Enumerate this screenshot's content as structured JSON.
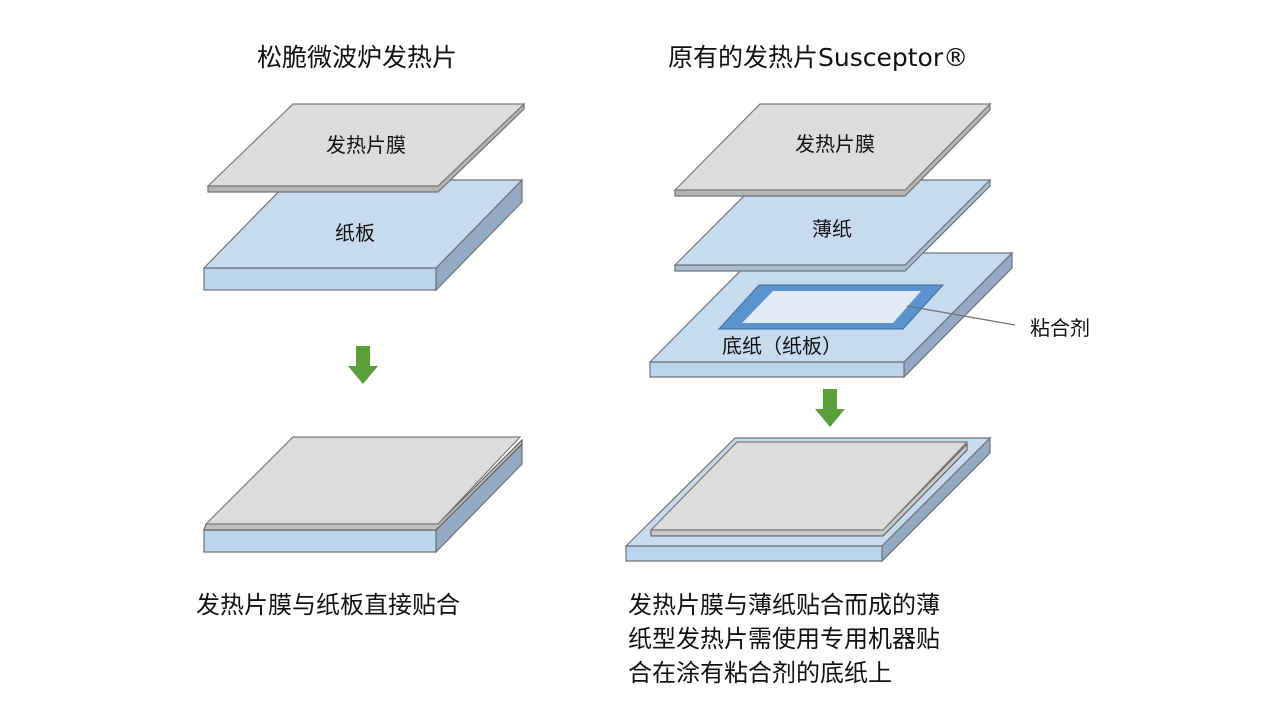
{
  "left": {
    "title": "松脆微波炉发热片",
    "layer_film": "发热片膜",
    "layer_board": "纸板",
    "caption": "发热片膜与纸板直接贴合"
  },
  "right": {
    "title": "原有的发热片Susceptor®",
    "layer_film": "发热片膜",
    "layer_thin_paper": "薄纸",
    "layer_base": "底纸（纸板）",
    "adhesive_label": "粘合剂",
    "caption_lines": [
      "发热片膜与薄纸贴合而成的薄",
      "纸型发热片需使用专用机器贴",
      "合在涂有粘合剂的底纸上"
    ]
  },
  "colors": {
    "film_top": "#dcdcdc",
    "film_edge": "#9a9a9a",
    "board_top": "#c6daf0",
    "board_front": "#bcd5ee",
    "board_side": "#94a9c2",
    "adhesive": "#5b93cf",
    "adhesive_inner": "#e2ecf8",
    "outline": "#6e7377",
    "arrow": "#5aa03a"
  },
  "icons": {
    "arrow": "arrow-down-icon"
  }
}
